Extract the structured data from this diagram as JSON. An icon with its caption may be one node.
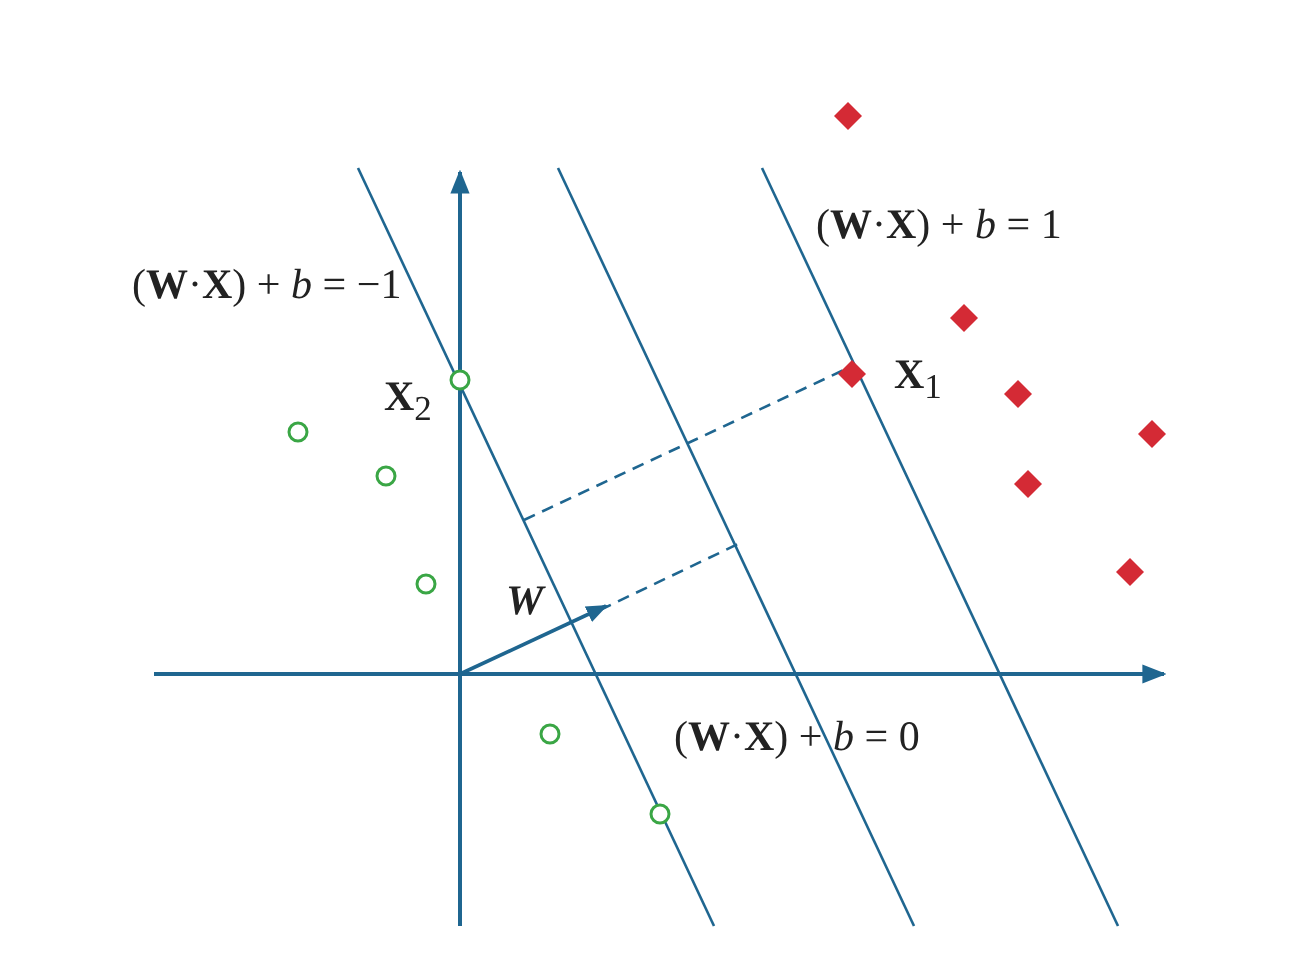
{
  "diagram": {
    "labels": [
      "(**W**·**X**) + *b* = −1",
      "(**W**·**X**) + *b* = 1",
      "**X**$_{2}$",
      "**X**$_{1}$",
      "W",
      "(**W**·**X**) + *b* = 0"
    ]
  }
}
